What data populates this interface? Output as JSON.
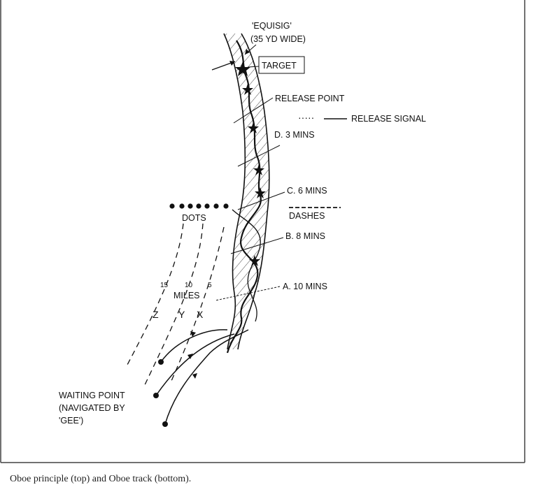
{
  "labels": {
    "equisig": "'EQUISIG'",
    "equisig_width": "(35 YD WIDE)",
    "target": "TARGET",
    "release_point": "RELEASE POINT",
    "release_signal_dots": "·····",
    "release_signal": "RELEASE SIGNAL",
    "d": "D. 3 MINS",
    "c": "C. 6 MINS",
    "b": "B. 8 MINS",
    "a": "A. 10 MINS",
    "dots": "DOTS",
    "dashes": "DASHES",
    "miles": "MILES",
    "mile_15": "15",
    "mile_10": "10",
    "mile_5": "5",
    "z": "Z",
    "y": "Y",
    "x": "X",
    "waiting_1": "WAITING POINT",
    "waiting_2": "(NAVIGATED BY",
    "waiting_3": "'GEE')"
  },
  "caption": "Oboe principle (top) and Oboe track (bottom).",
  "colors": {
    "ink": "#111111",
    "frame": "#444444",
    "background": "#ffffff"
  }
}
